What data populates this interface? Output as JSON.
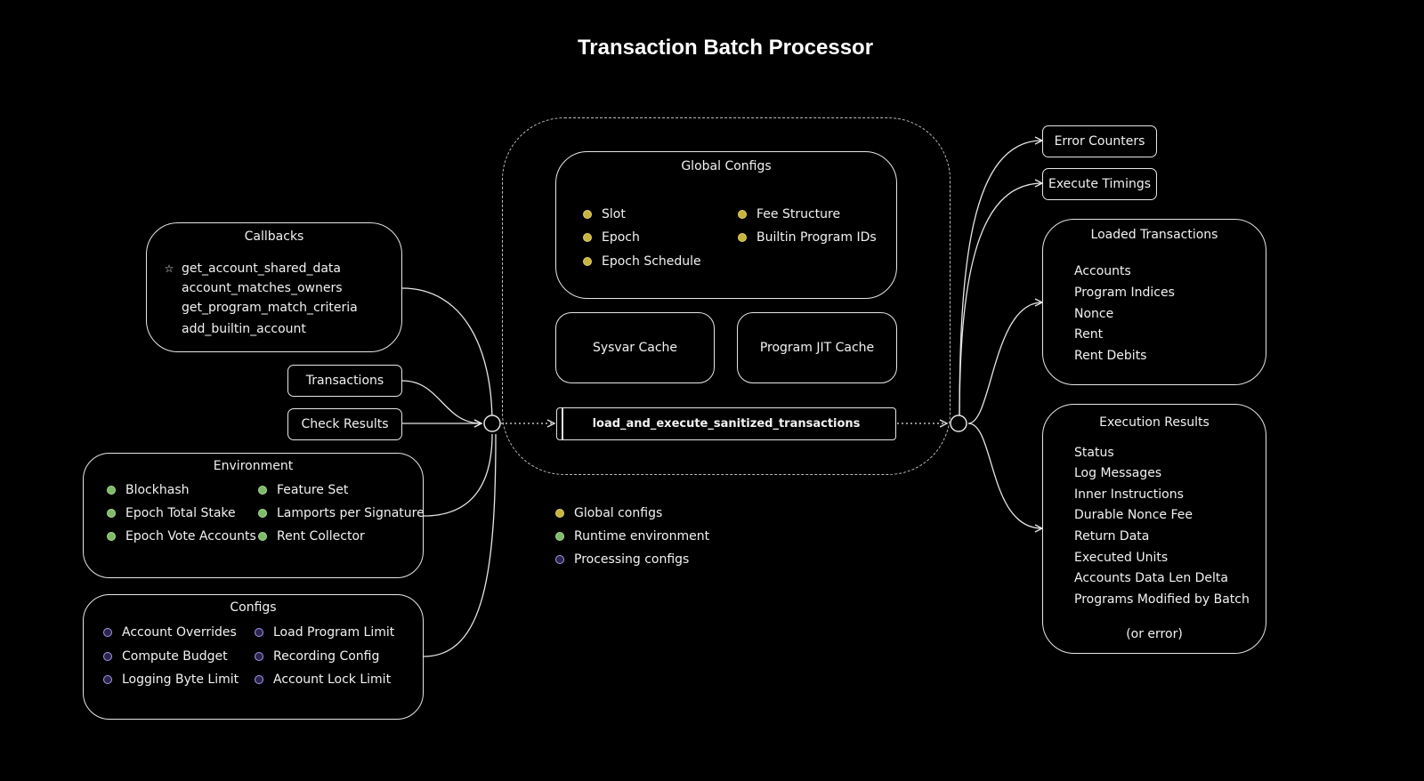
{
  "title": "Transaction Batch Processor",
  "colors": {
    "background": "#000000",
    "line": "#e6e6e6",
    "global": "#c8b33c",
    "runtime": "#7fba67",
    "processing": "#a99be8"
  },
  "callbacks": {
    "title": "Callbacks",
    "items": [
      {
        "label": "get_account_shared_data",
        "icon": "star-icon"
      },
      {
        "label": "account_matches_owners"
      },
      {
        "label": "get_program_match_criteria"
      },
      {
        "label": "add_builtin_account"
      }
    ]
  },
  "transactions": {
    "label": "Transactions"
  },
  "check_results": {
    "label": "Check Results"
  },
  "environment": {
    "title": "Environment",
    "items": [
      "Blockhash",
      "Epoch Total Stake",
      "Epoch Vote Accounts",
      "Feature Set",
      "Lamports per Signature",
      "Rent Collector"
    ]
  },
  "configs": {
    "title": "Configs",
    "items": [
      "Account Overrides",
      "Compute Budget",
      "Logging Byte Limit",
      "Load Program Limit",
      "Recording Config",
      "Account Lock Limit"
    ]
  },
  "global_configs": {
    "title": "Global Configs",
    "items": [
      "Slot",
      "Epoch",
      "Epoch Schedule",
      "Fee Structure",
      "Builtin Program IDs"
    ]
  },
  "sysvar_cache": {
    "label": "Sysvar Cache"
  },
  "program_jit_cache": {
    "label": "Program JIT Cache"
  },
  "processor": {
    "label": "load_and_execute_sanitized_transactions"
  },
  "legend": {
    "items": [
      {
        "label": "Global configs",
        "color": "#c8b33c"
      },
      {
        "label": "Runtime environment",
        "color": "#7fba67"
      },
      {
        "label": "Processing configs",
        "color": "#a99be8"
      }
    ]
  },
  "error_counters": {
    "label": "Error Counters"
  },
  "execute_timings": {
    "label": "Execute Timings"
  },
  "loaded_transactions": {
    "title": "Loaded Transactions",
    "items": [
      "Accounts",
      "Program Indices",
      "Nonce",
      "Rent",
      "Rent Debits"
    ]
  },
  "execution_results": {
    "title": "Execution Results",
    "items": [
      "Status",
      "Log Messages",
      "Inner Instructions",
      "Durable Nonce Fee",
      "Return Data",
      "Executed Units",
      "Accounts Data Len Delta",
      "Programs Modified by Batch"
    ],
    "footer": "(or error)"
  }
}
